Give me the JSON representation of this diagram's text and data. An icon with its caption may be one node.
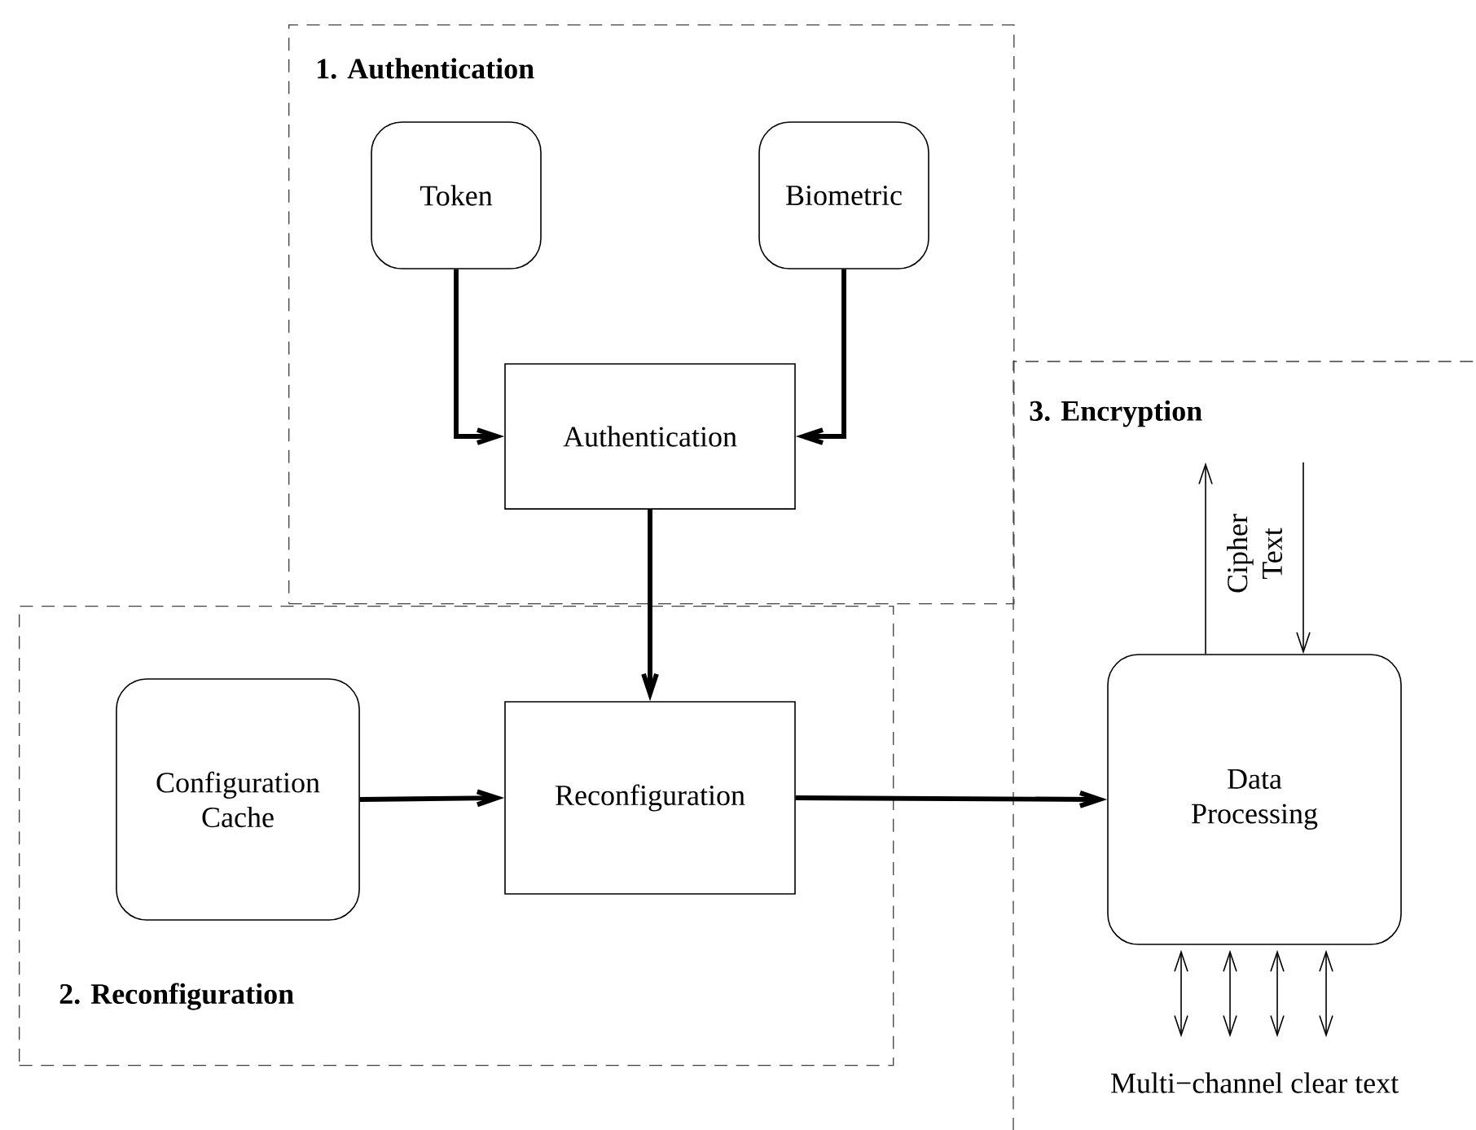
{
  "diagram": {
    "nodes": [
      {
        "text": [
          "1. Authentication"
        ]
      },
      {
        "text": [
          "Token"
        ],
        "in": 0
      },
      {
        "text": [
          "Biometric"
        ],
        "in": 0
      },
      {
        "text": [
          "Authentication"
        ],
        "in": 0
      },
      {
        "text": [
          "2. Reconfiguration"
        ]
      },
      {
        "text": [
          "Configuration Cache"
        ],
        "in": 4
      },
      {
        "text": [
          "Reconfiguration"
        ],
        "in": 4
      },
      {
        "text": [
          "3. Encryption"
        ]
      },
      {
        "text": [
          "Data Processing"
        ],
        "in": 7
      }
    ],
    "edges": [
      {
        "from": 1,
        "to": 3,
        "arrow": "to",
        "style": "thick"
      },
      {
        "from": 2,
        "to": 3,
        "arrow": "to",
        "style": "thick"
      },
      {
        "from": 3,
        "to": 6,
        "arrow": "to",
        "style": "thick"
      },
      {
        "from": 5,
        "to": 6,
        "arrow": "to",
        "style": "thick"
      },
      {
        "from": 6,
        "to": 8,
        "arrow": "to",
        "style": "thick"
      },
      {
        "from": 8,
        "to": null,
        "arrow": "to"
      },
      {
        "from": null,
        "to": 8,
        "arrow": "to"
      },
      {
        "from": 8,
        "to": null,
        "arrow": "both"
      },
      {
        "from": 8,
        "to": null,
        "arrow": "both"
      },
      {
        "from": 8,
        "to": null,
        "arrow": "both"
      },
      {
        "from": 8,
        "to": null,
        "arrow": "both"
      }
    ],
    "labels": [
      "Cipher Text",
      "Multi−channel clear text"
    ]
  }
}
